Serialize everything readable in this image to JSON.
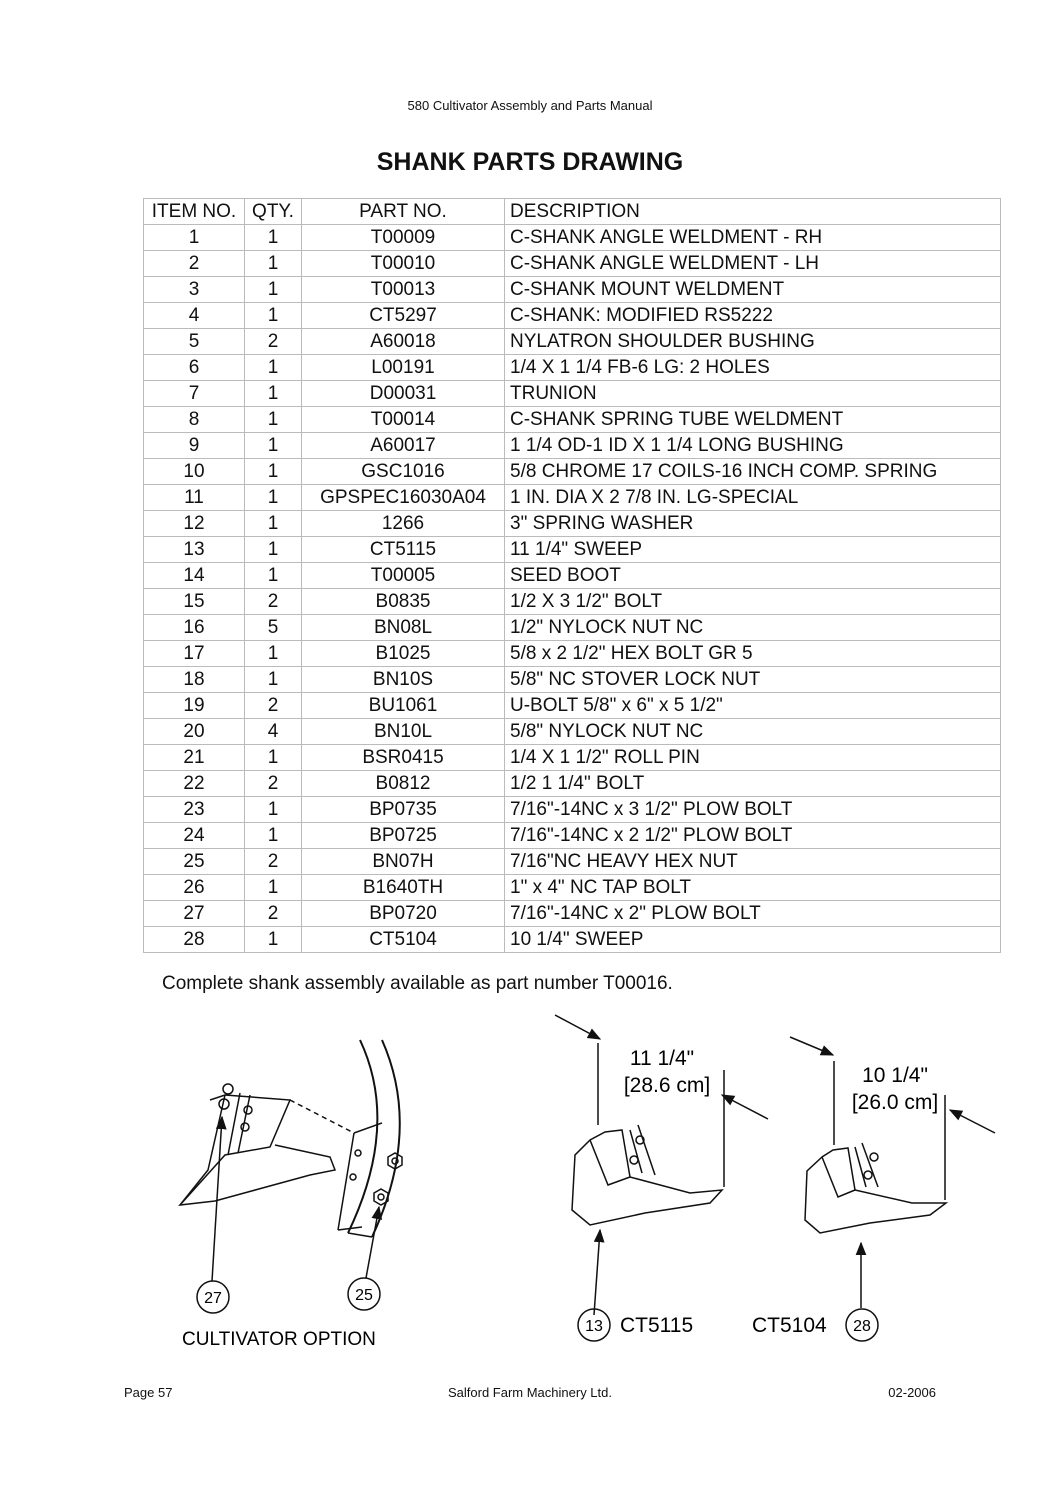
{
  "header": {
    "running_title": "580 Cultivator Assembly and Parts Manual",
    "page_title": "SHANK PARTS DRAWING"
  },
  "table": {
    "columns": [
      "ITEM NO.",
      "QTY.",
      "PART NO.",
      "DESCRIPTION"
    ],
    "rows": [
      [
        "1",
        "1",
        "T00009",
        "C-SHANK ANGLE WELDMENT - RH"
      ],
      [
        "2",
        "1",
        "T00010",
        "C-SHANK ANGLE WELDMENT - LH"
      ],
      [
        "3",
        "1",
        "T00013",
        "C-SHANK MOUNT WELDMENT"
      ],
      [
        "4",
        "1",
        "CT5297",
        "C-SHANK: MODIFIED RS5222"
      ],
      [
        "5",
        "2",
        "A60018",
        "NYLATRON SHOULDER BUSHING"
      ],
      [
        "6",
        "1",
        "L00191",
        "1/4 X 1 1/4 FB-6 LG: 2 HOLES"
      ],
      [
        "7",
        "1",
        "D00031",
        "TRUNION"
      ],
      [
        "8",
        "1",
        "T00014",
        "C-SHANK SPRING TUBE WELDMENT"
      ],
      [
        "9",
        "1",
        "A60017",
        "1 1/4 OD-1 ID X 1 1/4 LONG BUSHING"
      ],
      [
        "10",
        "1",
        "GSC1016",
        "5/8 CHROME 17 COILS-16 INCH COMP. SPRING"
      ],
      [
        "11",
        "1",
        "GPSPEC16030A04",
        "1 IN. DIA  X 2 7/8 IN. LG-SPECIAL"
      ],
      [
        "12",
        "1",
        "1266",
        "3\" SPRING WASHER"
      ],
      [
        "13",
        "1",
        "CT5115",
        "11 1/4\" SWEEP"
      ],
      [
        "14",
        "1",
        "T00005",
        "SEED BOOT"
      ],
      [
        "15",
        "2",
        "B0835",
        "1/2 X 3 1/2\"  BOLT"
      ],
      [
        "16",
        "5",
        "BN08L",
        "1/2\" NYLOCK NUT NC"
      ],
      [
        "17",
        "1",
        "B1025",
        "5/8 x 2 1/2\" HEX BOLT GR 5"
      ],
      [
        "18",
        "1",
        "BN10S",
        "5/8\" NC STOVER LOCK NUT"
      ],
      [
        "19",
        "2",
        "BU1061",
        "U-BOLT 5/8\" x 6\" x 5 1/2\""
      ],
      [
        "20",
        "4",
        "BN10L",
        "5/8\" NYLOCK NUT NC"
      ],
      [
        "21",
        "1",
        "BSR0415",
        "1/4 X 1 1/2\" ROLL PIN"
      ],
      [
        "22",
        "2",
        "B0812",
        "1/2 1 1/4\" BOLT"
      ],
      [
        "23",
        "1",
        "BP0735",
        "7/16\"-14NC x 3 1/2\" PLOW BOLT"
      ],
      [
        "24",
        "1",
        "BP0725",
        "7/16\"-14NC x 2 1/2\" PLOW BOLT"
      ],
      [
        "25",
        "2",
        "BN07H",
        "7/16\"NC HEAVY HEX NUT"
      ],
      [
        "26",
        "1",
        "B1640TH",
        "1\" x 4\" NC TAP BOLT"
      ],
      [
        "27",
        "2",
        "BP0720",
        "7/16\"-14NC x 2\" PLOW BOLT"
      ],
      [
        "28",
        "1",
        "CT5104",
        "10 1/4\" SWEEP"
      ]
    ]
  },
  "note": "Complete shank assembly available as part number T00016.",
  "drawing": {
    "cultivator": {
      "label": "CULTIVATOR OPTION",
      "callout_a": "27",
      "callout_b": "25"
    },
    "sweep_a": {
      "dim_in": "11 1/4\"",
      "dim_cm": "[28.6 cm]",
      "callout": "13",
      "part_label": "CT5115"
    },
    "sweep_b": {
      "dim_in": "10 1/4\"",
      "dim_cm": "[26.0 cm]",
      "callout": "28",
      "part_label": "CT5104"
    }
  },
  "footer": {
    "page": "Page 57",
    "company": "Salford Farm Machinery Ltd.",
    "date": "02-2006"
  }
}
